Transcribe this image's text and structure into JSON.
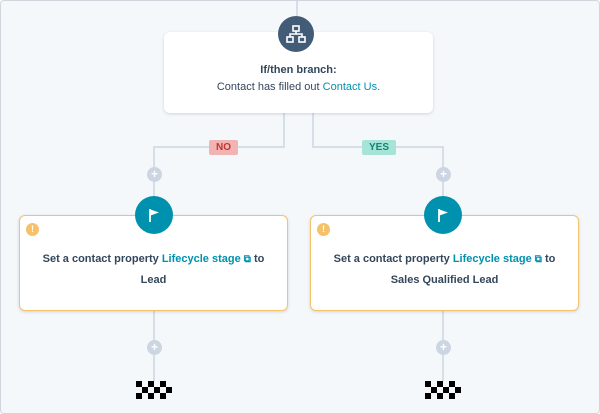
{
  "branch": {
    "title": "If/then branch:",
    "description_prefix": "Contact has filled out ",
    "description_link": "Contact Us."
  },
  "branches": {
    "no_label": "NO",
    "yes_label": "YES"
  },
  "actions": [
    {
      "prefix": "Set a contact property ",
      "property": "Lifecycle stage",
      "suffix": " to",
      "value": "Lead"
    },
    {
      "prefix": "Set a contact property ",
      "property": "Lifecycle stage",
      "suffix": " to",
      "value": "Sales Qualified Lead"
    }
  ],
  "plus_symbol": "+",
  "warning_symbol": "!",
  "external_link_glyph": "⧉",
  "icons": {
    "branch": "branch-icon",
    "action": "flag-icon",
    "end": "checkered-flag-icon"
  },
  "colors": {
    "branch_icon_bg": "#425b76",
    "action_icon_bg": "#0091ae",
    "link": "#0091ae",
    "warning_border": "#f5c26b",
    "no_tag_bg": "#f2b4b3",
    "yes_tag_bg": "#a6e4da"
  }
}
